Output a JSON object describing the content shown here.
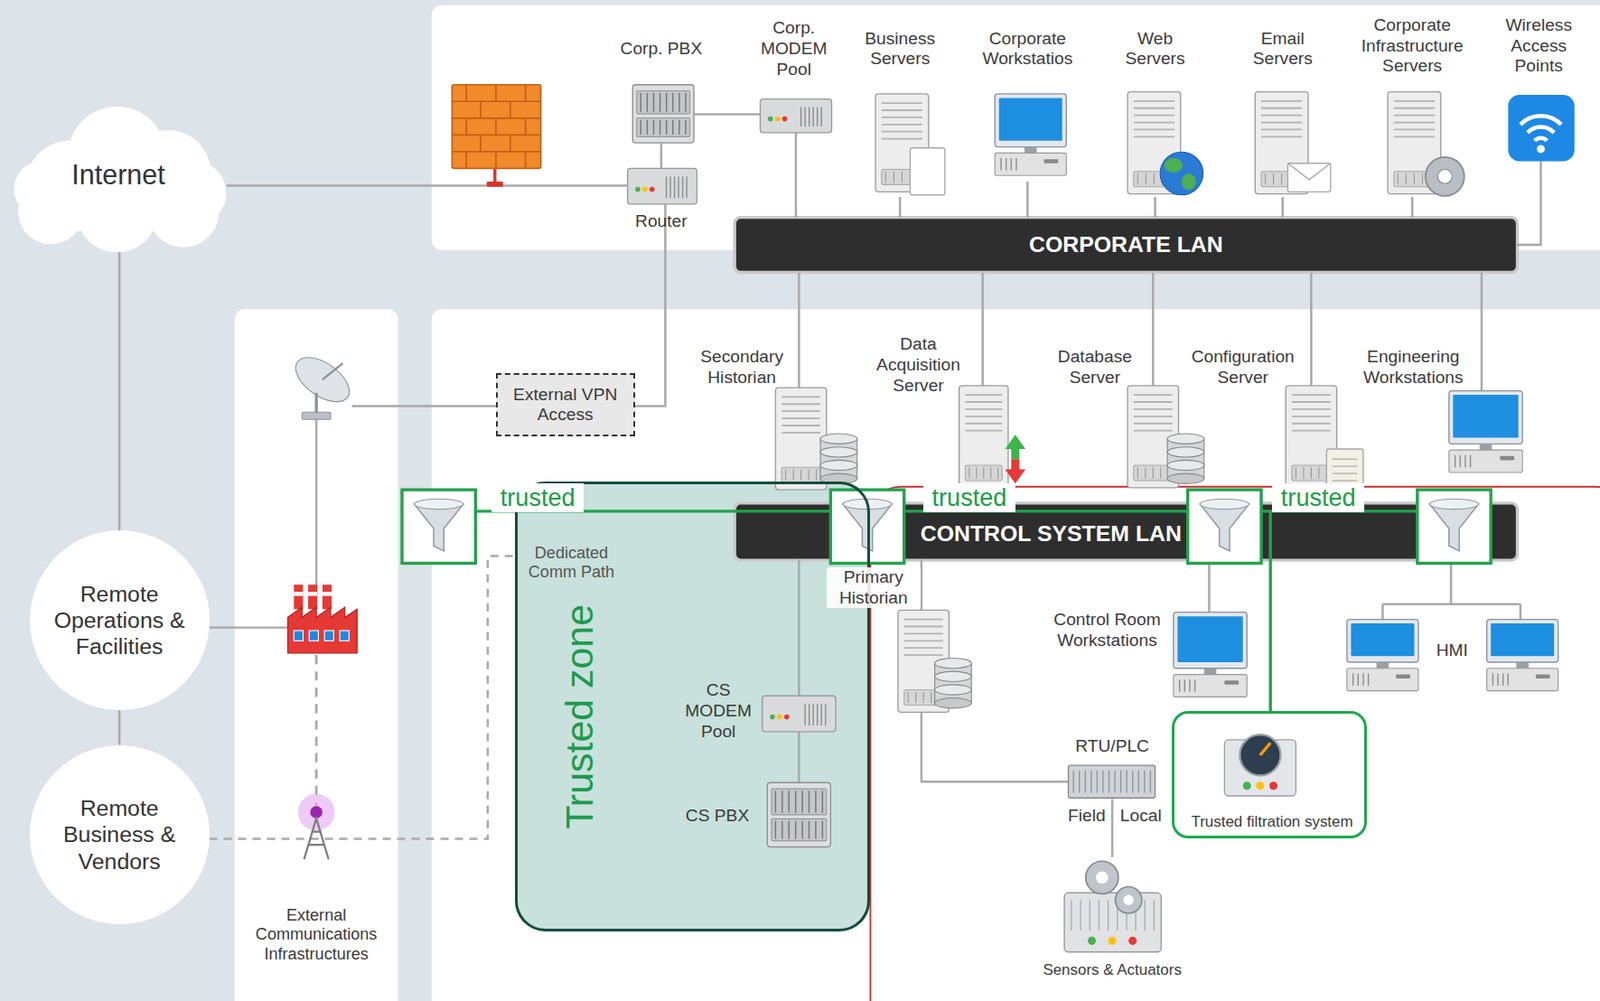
{
  "diagram": {
    "nodes": [
      {
        "text": [
          "Internet"
        ]
      },
      {
        "text": [
          "Corp. PBX"
        ]
      },
      {
        "text": [
          "Corp. MODEM Pool"
        ]
      },
      {
        "text": [
          "Business Servers"
        ]
      },
      {
        "text": [
          "Corporate Workstatios"
        ]
      },
      {
        "text": [
          "Web Servers"
        ]
      },
      {
        "text": [
          "Email Servers"
        ]
      },
      {
        "text": [
          "Corporate Infrastructure Servers"
        ]
      },
      {
        "text": [
          "Wireless Access Points"
        ]
      },
      {
        "text": [
          "Router"
        ]
      },
      {
        "text": [
          "CORPORATE LAN"
        ]
      },
      {
        "text": [
          "External VPN Access"
        ]
      },
      {
        "text": [
          "Secondary Historian"
        ]
      },
      {
        "text": [
          "Data Acquisition Server"
        ]
      },
      {
        "text": [
          "Database Server"
        ]
      },
      {
        "text": [
          "Configuration Server"
        ]
      },
      {
        "text": [
          "Engineering Workstations"
        ]
      },
      {
        "text": [
          "External Communications Infrastructures"
        ]
      },
      {
        "text": [
          "Trusted zone"
        ]
      },
      {
        "text": [
          "CONTROL SYSTEM LAN"
        ]
      },
      {
        "text": [
          "Primary Historian"
        ]
      },
      {
        "text": [
          "CS MODEM Pool"
        ],
        "in": 18
      },
      {
        "text": [
          "CS PBX"
        ],
        "in": 18
      },
      {
        "text": [
          "Control Room Workstations"
        ]
      },
      {
        "text": [
          "HMI"
        ]
      },
      {
        "text": [
          "RTU/PLC"
        ]
      },
      {
        "text": [
          "Trusted filtration system"
        ]
      },
      {
        "text": [
          "Sensors & Actuators"
        ]
      },
      {
        "text": [
          "Remote Operations & Facilities"
        ]
      },
      {
        "text": [
          "Remote Business & Vendors"
        ]
      }
    ],
    "edges": [
      {
        "from": 0,
        "to": 9,
        "arrow": "none"
      },
      {
        "from": 0,
        "to": 28,
        "arrow": "none"
      },
      {
        "from": 28,
        "to": 29,
        "arrow": "none"
      },
      {
        "from": 9,
        "to": 1,
        "arrow": "none"
      },
      {
        "from": 1,
        "to": 2,
        "arrow": "none"
      },
      {
        "from": 2,
        "to": 10,
        "arrow": "none"
      },
      {
        "from": 3,
        "to": 10,
        "arrow": "none"
      },
      {
        "from": 4,
        "to": 10,
        "arrow": "none"
      },
      {
        "from": 5,
        "to": 10,
        "arrow": "none"
      },
      {
        "from": 6,
        "to": 10,
        "arrow": "none"
      },
      {
        "from": 7,
        "to": 10,
        "arrow": "none"
      },
      {
        "from": 8,
        "to": 10,
        "arrow": "none"
      },
      {
        "from": 9,
        "to": 11,
        "arrow": "none"
      },
      {
        "from": 10,
        "to": 12,
        "arrow": "none"
      },
      {
        "from": 10,
        "to": 13,
        "arrow": "none"
      },
      {
        "from": 10,
        "to": 14,
        "arrow": "none"
      },
      {
        "from": 10,
        "to": 15,
        "arrow": "none"
      },
      {
        "from": 10,
        "to": 16,
        "arrow": "none"
      },
      {
        "from": 19,
        "to": 21,
        "arrow": "none"
      },
      {
        "from": 21,
        "to": 22,
        "arrow": "none"
      },
      {
        "from": 19,
        "to": 23,
        "arrow": "none"
      },
      {
        "from": 19,
        "to": 24,
        "arrow": "none"
      },
      {
        "from": 19,
        "to": 25,
        "arrow": "none"
      },
      {
        "from": 25,
        "to": 27,
        "arrow": "none"
      },
      {
        "from": 29,
        "to": 18,
        "arrow": "none"
      }
    ],
    "labels": [
      "trusted",
      "trusted",
      "trusted",
      "Dedicated Comm Path",
      "Field",
      "Local"
    ]
  }
}
